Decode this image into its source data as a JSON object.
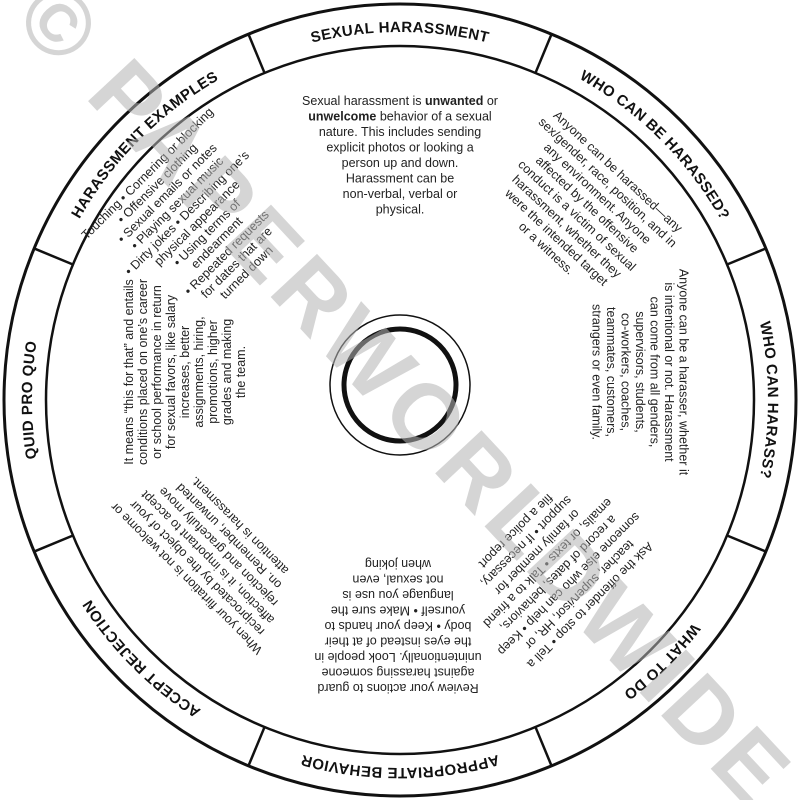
{
  "watermark": "© PAPERWORLDWIDE",
  "colors": {
    "ink": "#111111",
    "watermark": "#b4b4b4",
    "background": "#ffffff"
  },
  "sections": [
    {
      "id": "sexual-harassment",
      "label": "SEXUAL HARASSMENT",
      "lines": [
        [
          {
            "t": "Sexual harassment is "
          },
          {
            "t": "unwanted",
            "b": true
          },
          {
            "t": " or"
          }
        ],
        [
          {
            "t": "unwelcome",
            "b": true
          },
          {
            "t": " behavior of a sexual"
          }
        ],
        [
          {
            "t": "nature. This includes sending"
          }
        ],
        [
          {
            "t": "explicit photos or looking a"
          }
        ],
        [
          {
            "t": "person up and down."
          }
        ],
        [
          {
            "t": "Harassment can be"
          }
        ],
        [
          {
            "t": "non-verbal, verbal or"
          }
        ],
        [
          {
            "t": "physical."
          }
        ]
      ]
    },
    {
      "id": "who-can-be-harassed",
      "label": "WHO CAN BE HARASSED?",
      "lines": [
        [
          {
            "t": "Anyone can be harassed—any"
          }
        ],
        [
          {
            "t": "sex/gender, race, position, and in"
          }
        ],
        [
          {
            "t": "any environment. Anyone"
          }
        ],
        [
          {
            "t": "affected by the offensive"
          }
        ],
        [
          {
            "t": "conduct is a victim of sexual"
          }
        ],
        [
          {
            "t": "harassment, whether they"
          }
        ],
        [
          {
            "t": "were the intended target"
          }
        ],
        [
          {
            "t": "or a witness."
          }
        ]
      ]
    },
    {
      "id": "who-can-harass",
      "label": "WHO CAN HARASS?",
      "lines": [
        [
          {
            "t": "Anyone can be a harasser, whether it"
          }
        ],
        [
          {
            "t": "is intentional or not. Harassment"
          }
        ],
        [
          {
            "t": "can come from all genders,"
          }
        ],
        [
          {
            "t": "supervisors, students,"
          }
        ],
        [
          {
            "t": "co-workers, coaches,"
          }
        ],
        [
          {
            "t": "teammates, customers,"
          }
        ],
        [
          {
            "t": "strangers or even family."
          }
        ]
      ]
    },
    {
      "id": "what-to-do",
      "label": "WHAT TO DO",
      "lines": [
        [
          {
            "t": "Ask the offender to stop • Tell a"
          }
        ],
        [
          {
            "t": "teacher, supervisor, HR, or"
          }
        ],
        [
          {
            "t": "someone else who can help • Keep"
          }
        ],
        [
          {
            "t": "a record of dates, behaviors,"
          }
        ],
        [
          {
            "t": "emails, or texts • Talk to a friend"
          }
        ],
        [
          {
            "t": "or family member for"
          }
        ],
        [
          {
            "t": "support • If necessary,"
          }
        ],
        [
          {
            "t": "file a police report"
          }
        ]
      ]
    },
    {
      "id": "appropriate-behavior",
      "label": "APPROPRIATE BEHAVIOR",
      "lines": [
        [
          {
            "t": "Review your actions to guard"
          }
        ],
        [
          {
            "t": "against harassing someone"
          }
        ],
        [
          {
            "t": "unintentionally. Look people in"
          }
        ],
        [
          {
            "t": "the eyes instead of at their"
          }
        ],
        [
          {
            "t": "body • Keep your hands to"
          }
        ],
        [
          {
            "t": "yourself • Make sure the"
          }
        ],
        [
          {
            "t": "language you use is"
          }
        ],
        [
          {
            "t": "not sexual, even"
          }
        ],
        [
          {
            "t": "when joking"
          }
        ]
      ]
    },
    {
      "id": "accept-rejection",
      "label": "ACCEPT REJECTION",
      "lines": [
        [
          {
            "t": "When your flirtation is not welcome or"
          }
        ],
        [
          {
            "t": "reciprocated by the object of your"
          }
        ],
        [
          {
            "t": "affection, it is important to accept"
          }
        ],
        [
          {
            "t": "rejection and gracefully move"
          }
        ],
        [
          {
            "t": "on. Remember, unwanted"
          }
        ],
        [
          {
            "t": "attention is harassment."
          }
        ]
      ]
    },
    {
      "id": "quid-pro-quo",
      "label": "QUID PRO QUO",
      "lines": [
        [
          {
            "t": "It means “this for that” and entails"
          }
        ],
        [
          {
            "t": "conditions placed on one’s career"
          }
        ],
        [
          {
            "t": "or school performance in return"
          }
        ],
        [
          {
            "t": "for sexual favors, like salary"
          }
        ],
        [
          {
            "t": "increases, better"
          }
        ],
        [
          {
            "t": "assignments, hiring,"
          }
        ],
        [
          {
            "t": "promotions, higher"
          }
        ],
        [
          {
            "t": "grades and making"
          }
        ],
        [
          {
            "t": "the team."
          }
        ]
      ]
    },
    {
      "id": "harassment-examples",
      "label": "HARASSMENT EXAMPLES",
      "lines": [
        [
          {
            "t": "Touching • Cornering or blocking"
          }
        ],
        [
          {
            "t": "• Offensive clothing"
          }
        ],
        [
          {
            "t": "• Sexual emails or notes"
          }
        ],
        [
          {
            "t": "• Playing sexual music"
          }
        ],
        [
          {
            "t": "• Dirty jokes • Describing one’s"
          }
        ],
        [
          {
            "t": "physical appearance"
          }
        ],
        [
          {
            "t": "• Using terms of"
          }
        ],
        [
          {
            "t": "endearment"
          }
        ],
        [
          {
            "t": "• Repeated requests"
          }
        ],
        [
          {
            "t": "for dates that are"
          }
        ],
        [
          {
            "t": "turned down"
          }
        ]
      ]
    }
  ]
}
